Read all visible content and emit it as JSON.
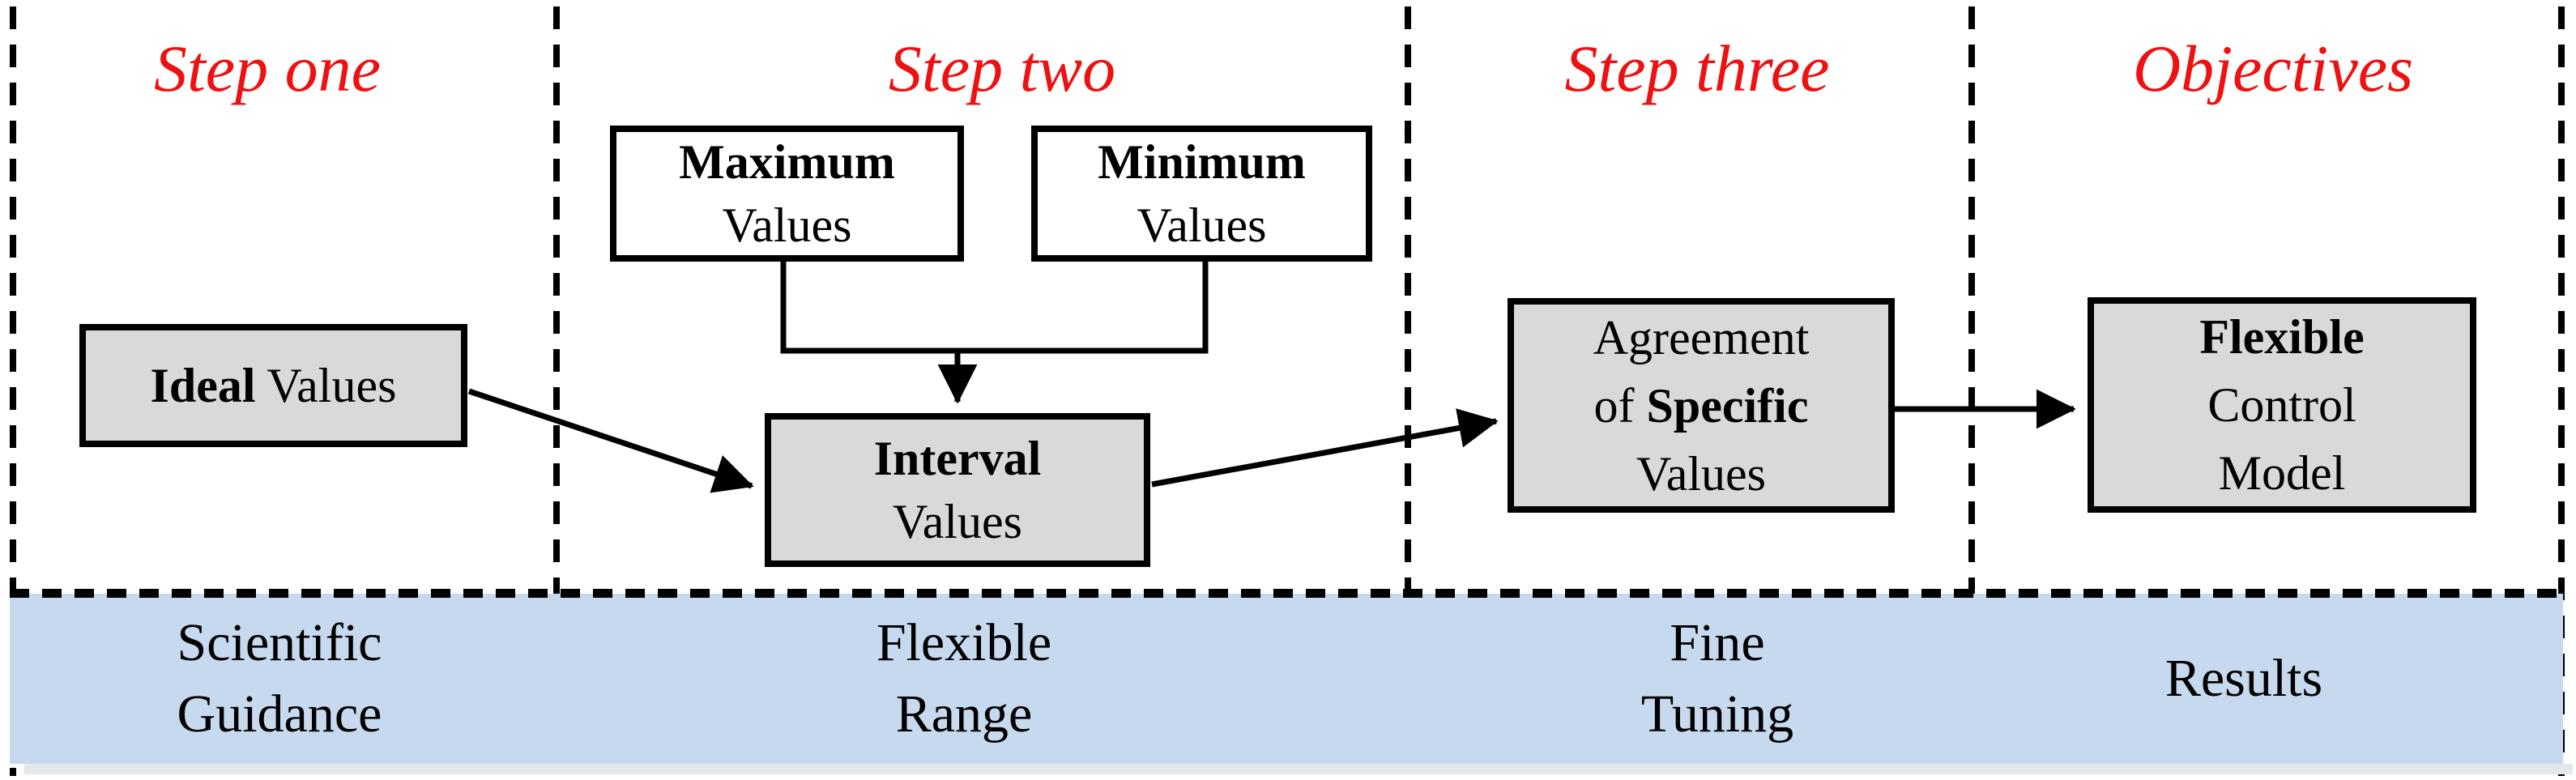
{
  "columns": [
    {
      "label": "Step one"
    },
    {
      "label": "Step two"
    },
    {
      "label": "Step three"
    },
    {
      "label": "Objectives"
    }
  ],
  "boxes": {
    "ideal": {
      "bold": "Ideal",
      "rest": " Values"
    },
    "maximum": {
      "line1": "Maximum",
      "line2": "Values"
    },
    "minimum": {
      "line1": "Minimum",
      "line2": "Values"
    },
    "interval": {
      "line1": "Interval",
      "line2": "Values"
    },
    "agreement": {
      "line1": "Agreement",
      "line2_pre": "of ",
      "line2_bold": "Specific",
      "line3": "Values"
    },
    "flexible": {
      "line1": "Flexible",
      "line2": "Control",
      "line3": "Model"
    }
  },
  "band": {
    "items": [
      {
        "line1": "Scientific",
        "line2": "Guidance"
      },
      {
        "line1": "Flexible",
        "line2": "Range"
      },
      {
        "line1": "Fine",
        "line2": "Tuning"
      },
      {
        "line1": "Results",
        "line2": ""
      }
    ]
  },
  "colors": {
    "step_label_red": "#ee1111",
    "box_gray": "#d9d9d9",
    "box_white": "#ffffff",
    "band_blue": "#c6d9ef",
    "block_arrow_gray": "#a6a6a6",
    "line_black": "#000000"
  }
}
